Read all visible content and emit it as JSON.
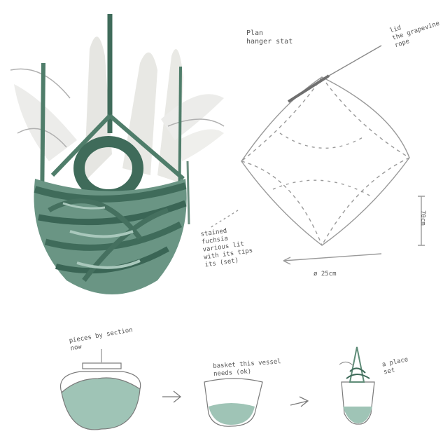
{
  "notes": {
    "title": "Plan\nhanger stat",
    "top_right": "lid\nthe grapevine\nrope",
    "left_side": "stained\nfuchsia\nvarious lit\nwith its tips\nits (set)",
    "dim_vertical": "70cm",
    "dim_horizontal": "ø 25cm",
    "bottom_1": "pieces by section\nnow",
    "bottom_2": "basket this vessel\nneeds (ok)",
    "bottom_3": "a place\nset"
  },
  "colors": {
    "green_dark": "#3f6b5a",
    "green_mid": "#5f8c78",
    "green_fill": "#9fc4b6",
    "grey_leaf": "#e4e4e0",
    "pencil": "#8a8a8a"
  }
}
